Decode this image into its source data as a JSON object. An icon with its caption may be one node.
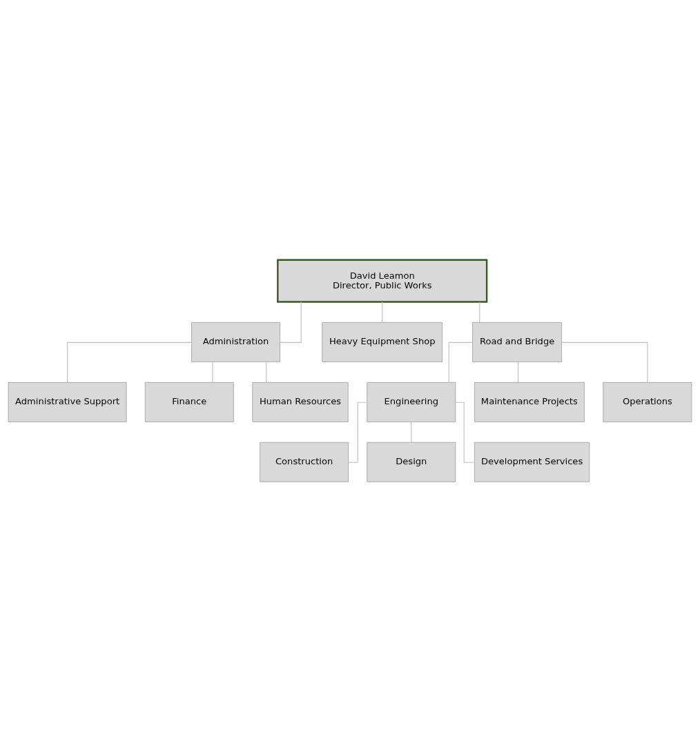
{
  "diagram": {
    "nodes": [
      {
        "text": [
          "David Leamon",
          "Director, Public Works"
        ]
      },
      {
        "text": [
          "Administration"
        ]
      },
      {
        "text": [
          "Heavy Equipment Shop"
        ]
      },
      {
        "text": [
          "Road and Bridge"
        ]
      },
      {
        "text": [
          "Administrative Support"
        ]
      },
      {
        "text": [
          "Finance"
        ]
      },
      {
        "text": [
          "Human Resources"
        ]
      },
      {
        "text": [
          "Engineering"
        ]
      },
      {
        "text": [
          "Construction"
        ]
      },
      {
        "text": [
          "Design"
        ]
      },
      {
        "text": [
          "Development Services"
        ]
      },
      {
        "text": [
          "Maintenance Projects"
        ]
      },
      {
        "text": [
          "Operations"
        ]
      }
    ],
    "edges": [
      {
        "from": 0,
        "to": 1,
        "arrow": "none"
      },
      {
        "from": 0,
        "to": 2,
        "arrow": "none"
      },
      {
        "from": 0,
        "to": 3,
        "arrow": "none"
      },
      {
        "from": 1,
        "to": 4,
        "arrow": "none"
      },
      {
        "from": 1,
        "to": 5,
        "arrow": "none"
      },
      {
        "from": 1,
        "to": 6,
        "arrow": "none"
      },
      {
        "from": 3,
        "to": 7,
        "arrow": "none"
      },
      {
        "from": 7,
        "to": 8,
        "arrow": "none"
      },
      {
        "from": 7,
        "to": 9,
        "arrow": "none"
      },
      {
        "from": 7,
        "to": 10,
        "arrow": "none"
      },
      {
        "from": 3,
        "to": 11,
        "arrow": "none"
      },
      {
        "from": 3,
        "to": 12,
        "arrow": "none"
      }
    ]
  }
}
